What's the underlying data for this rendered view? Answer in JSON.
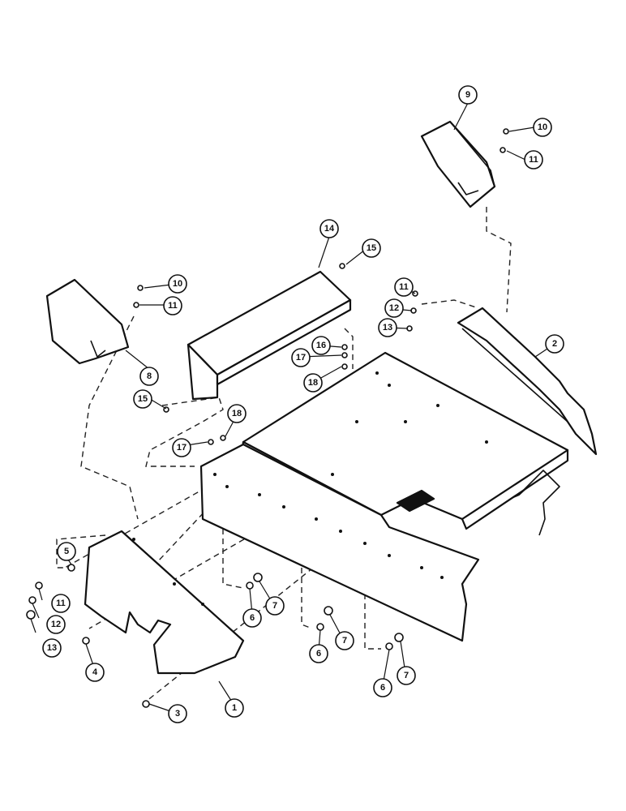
{
  "callouts": [
    {
      "label": "1"
    },
    {
      "label": "2"
    },
    {
      "label": "3"
    },
    {
      "label": "4"
    },
    {
      "label": "5"
    },
    {
      "label": "6"
    },
    {
      "label": "7"
    },
    {
      "label": "6"
    },
    {
      "label": "7"
    },
    {
      "label": "6"
    },
    {
      "label": "7"
    },
    {
      "label": "8"
    },
    {
      "label": "9"
    },
    {
      "label": "10"
    },
    {
      "label": "11"
    },
    {
      "label": "10"
    },
    {
      "label": "11"
    },
    {
      "label": "11"
    },
    {
      "label": "12"
    },
    {
      "label": "13"
    },
    {
      "label": "11"
    },
    {
      "label": "12"
    },
    {
      "label": "13"
    },
    {
      "label": "14"
    },
    {
      "label": "15"
    },
    {
      "label": "15"
    },
    {
      "label": "16"
    },
    {
      "label": "17"
    },
    {
      "label": "18"
    },
    {
      "label": "17"
    },
    {
      "label": "18"
    }
  ]
}
